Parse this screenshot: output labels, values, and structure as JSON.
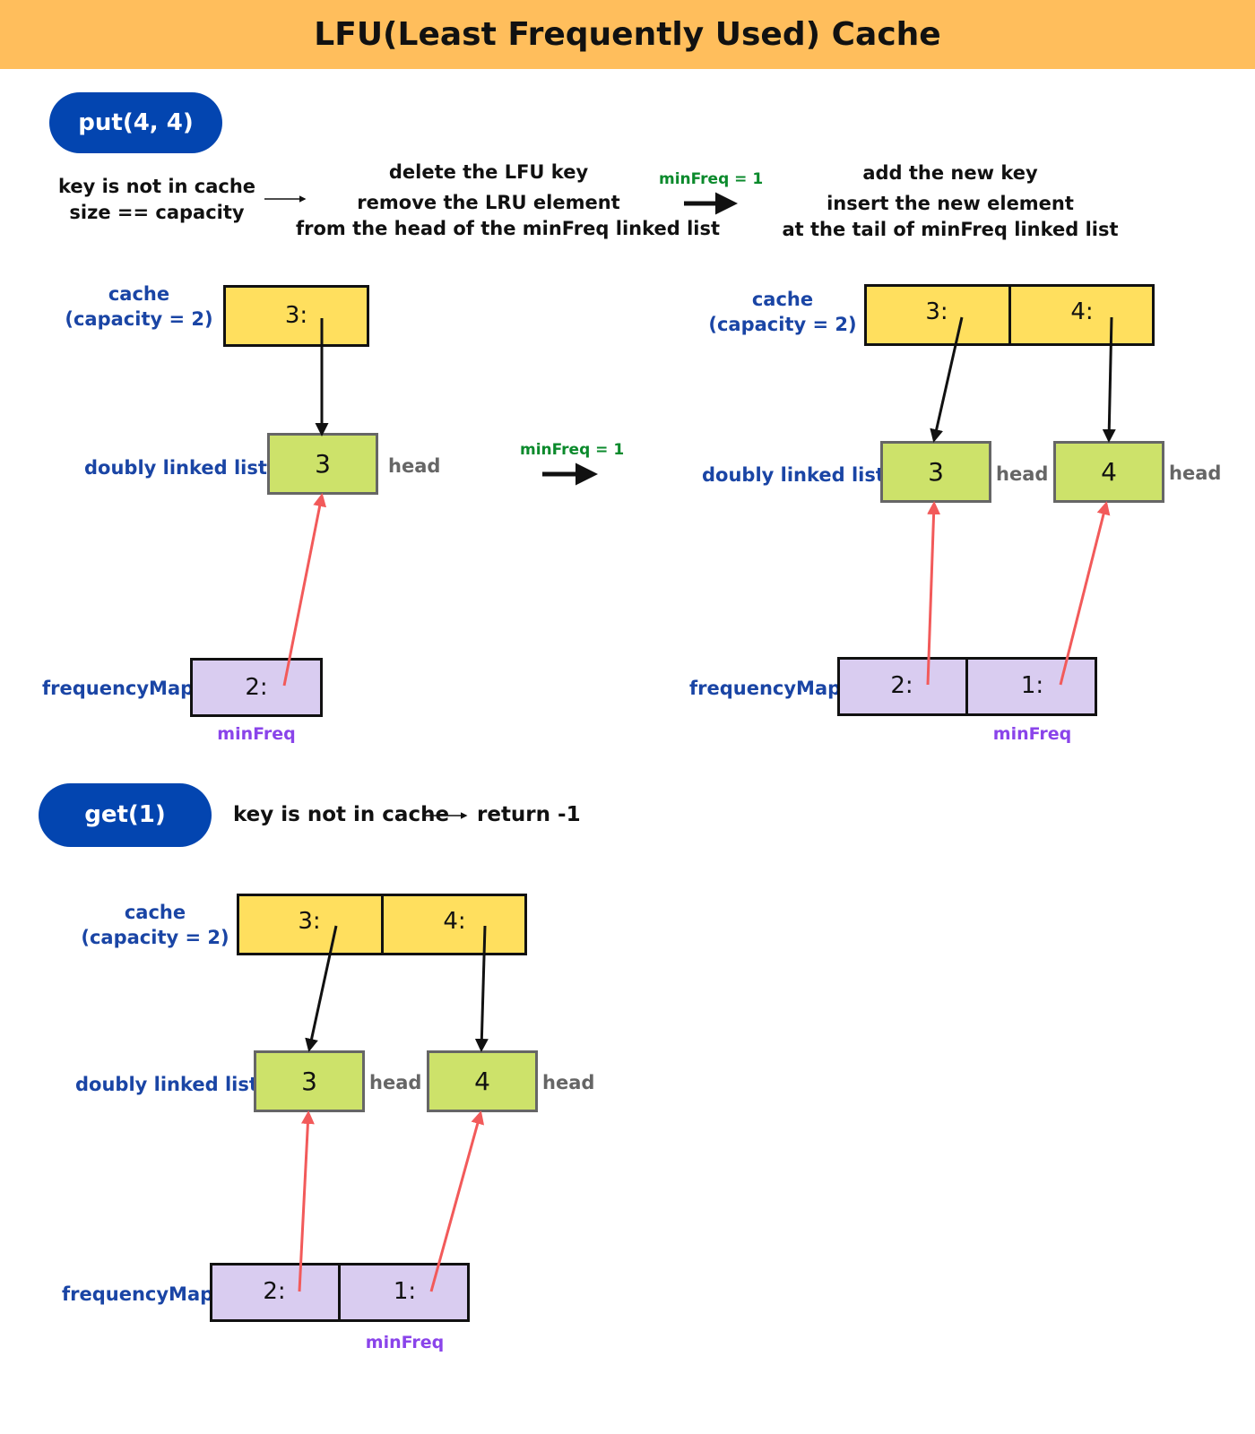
{
  "title": "LFU(Least Frequently Used) Cache",
  "put_section": {
    "op_label": "put(4, 4)",
    "condition_line1": "key is not in cache",
    "condition_line2": "size  ==  capacity",
    "step1_line1": "delete the LFU key",
    "step1_line2": "remove the LRU element",
    "step1_line3": "from the head of the minFreq linked list",
    "arrow_note": "minFreq = 1",
    "step2_line1": "add the new key",
    "step2_line2": "insert the new element",
    "step2_line3": "at the tail of minFreq linked list",
    "before": {
      "cache_label": "cache",
      "capacity_label": "(capacity = 2)",
      "cache_entries": [
        "3:"
      ],
      "list_label": "doubly linked list",
      "nodes": [
        "3"
      ],
      "head_label": "head",
      "freq_label": "frequencyMap",
      "freq_entries": [
        "2:"
      ],
      "min_freq_label": "minFreq"
    },
    "middle_arrow_note": "minFreq = 1",
    "after": {
      "cache_label": "cache",
      "capacity_label": "(capacity = 2)",
      "cache_entries": [
        "3:",
        "4:"
      ],
      "list_label": "doubly linked list",
      "nodes": [
        "3",
        "4"
      ],
      "head_label": "head",
      "freq_label": "frequencyMap",
      "freq_entries": [
        "2:",
        "1:"
      ],
      "min_freq_label": "minFreq"
    }
  },
  "get_section": {
    "op_label": "get(1)",
    "condition": "key is not in cache",
    "result": "return -1",
    "state": {
      "cache_label": "cache",
      "capacity_label": "(capacity = 2)",
      "cache_entries": [
        "3:",
        "4:"
      ],
      "list_label": "doubly linked list",
      "nodes": [
        "3",
        "4"
      ],
      "head_label": "head",
      "freq_label": "frequencyMap",
      "freq_entries": [
        "2:",
        "1:"
      ],
      "min_freq_label": "minFreq"
    }
  },
  "colors": {
    "banner": "#ffbe5c",
    "pill": "#0345b0",
    "cache": "#ffdf5e",
    "node": "#cde26a",
    "freq": "#d9ccf0",
    "label_blue": "#1a45a5",
    "min_freq_purple": "#8a44ea",
    "note_green": "#0b8a2c",
    "pointer_red": "#f25a5a"
  }
}
